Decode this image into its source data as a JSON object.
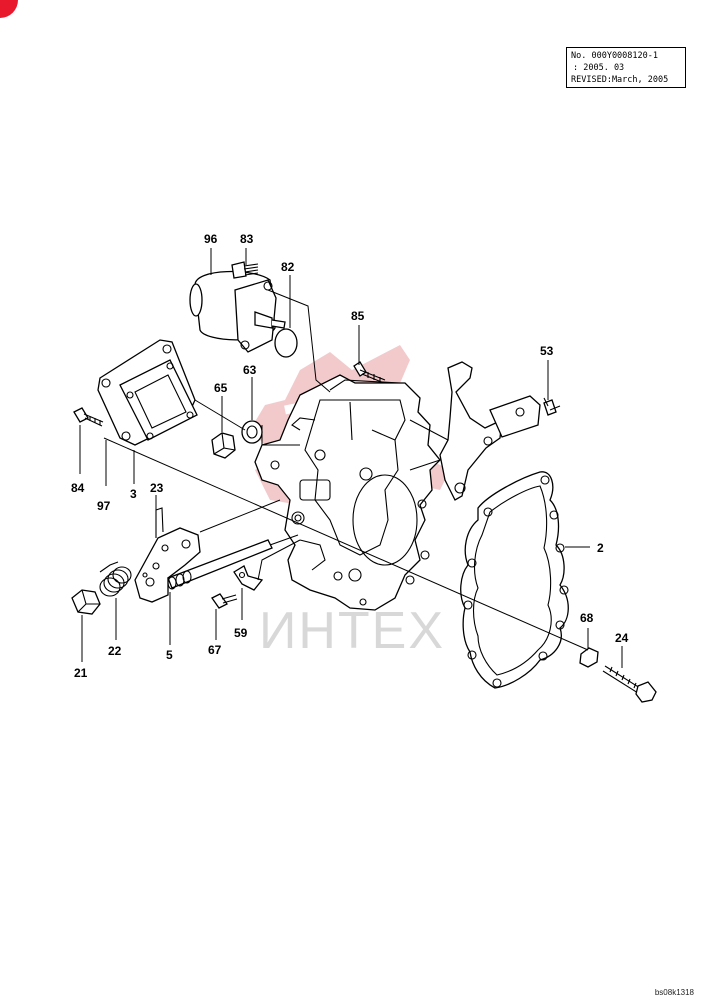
{
  "doc_header": {
    "number": "No. 000Y0008120-1",
    "date": ":      2005. 03",
    "revised": "REVISED:March, 2005"
  },
  "watermark_text": "ИНТЕХ",
  "footer_code": "bs08k1318",
  "colors": {
    "watermark": "#e8a0a4",
    "corner_mark": "#e8192c",
    "line": "#000000"
  },
  "parts": [
    {
      "id": "96",
      "label": "96"
    },
    {
      "id": "83",
      "label": "83"
    },
    {
      "id": "82",
      "label": "82"
    },
    {
      "id": "85",
      "label": "85"
    },
    {
      "id": "53",
      "label": "53"
    },
    {
      "id": "65",
      "label": "65"
    },
    {
      "id": "63",
      "label": "63"
    },
    {
      "id": "84",
      "label": "84"
    },
    {
      "id": "97",
      "label": "97"
    },
    {
      "id": "3",
      "label": "3"
    },
    {
      "id": "23",
      "label": "23"
    },
    {
      "id": "2",
      "label": "2"
    },
    {
      "id": "22",
      "label": "22"
    },
    {
      "id": "21",
      "label": "21"
    },
    {
      "id": "5",
      "label": "5"
    },
    {
      "id": "67",
      "label": "67"
    },
    {
      "id": "59",
      "label": "59"
    },
    {
      "id": "68",
      "label": "68"
    },
    {
      "id": "24",
      "label": "24"
    }
  ]
}
